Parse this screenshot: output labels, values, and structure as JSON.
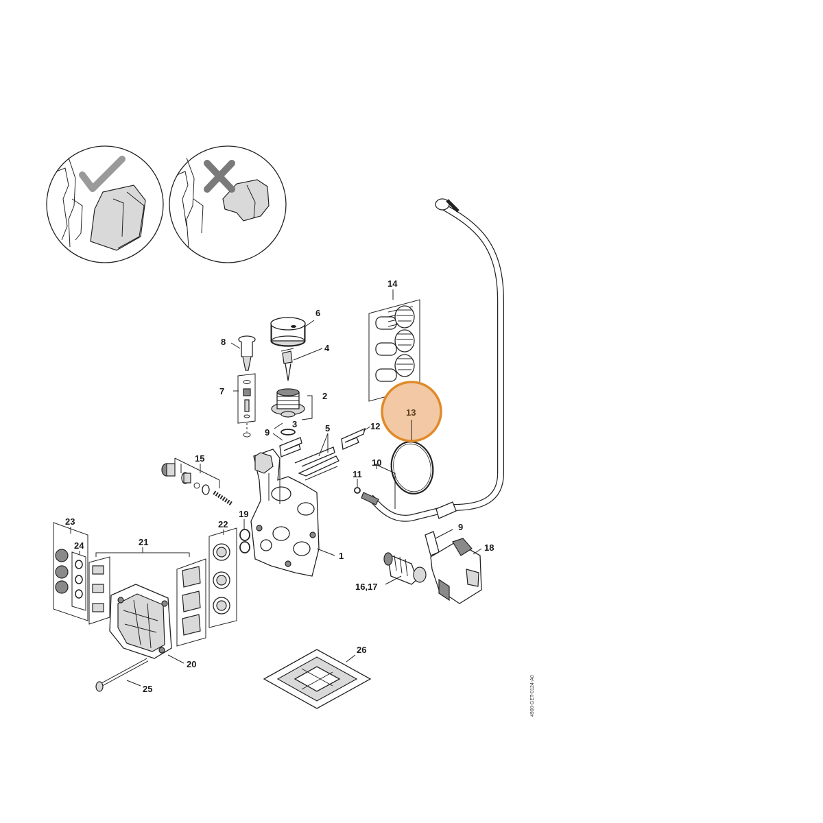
{
  "diagram": {
    "reference_code": "4900-GET-0124-A0",
    "highlight_color": "#e08a2a",
    "highlight_fill": "#f2c9a4",
    "highlighted_part": "13",
    "inset_icons": [
      "checkmark-icon",
      "cross-icon"
    ],
    "callouts": {
      "c1": "1",
      "c2": "2",
      "c3": "3",
      "c4": "4",
      "c5": "5",
      "c6": "6",
      "c7": "7",
      "c8": "8",
      "c9a": "9",
      "c9b": "9",
      "c10": "10",
      "c11": "11",
      "c12": "12",
      "c13": "13",
      "c14": "14",
      "c15": "15",
      "c1617": "16,17",
      "c18": "18",
      "c19": "19",
      "c20": "20",
      "c21": "21",
      "c22": "22",
      "c23": "23",
      "c24": "24",
      "c25": "25",
      "c26": "26"
    }
  }
}
